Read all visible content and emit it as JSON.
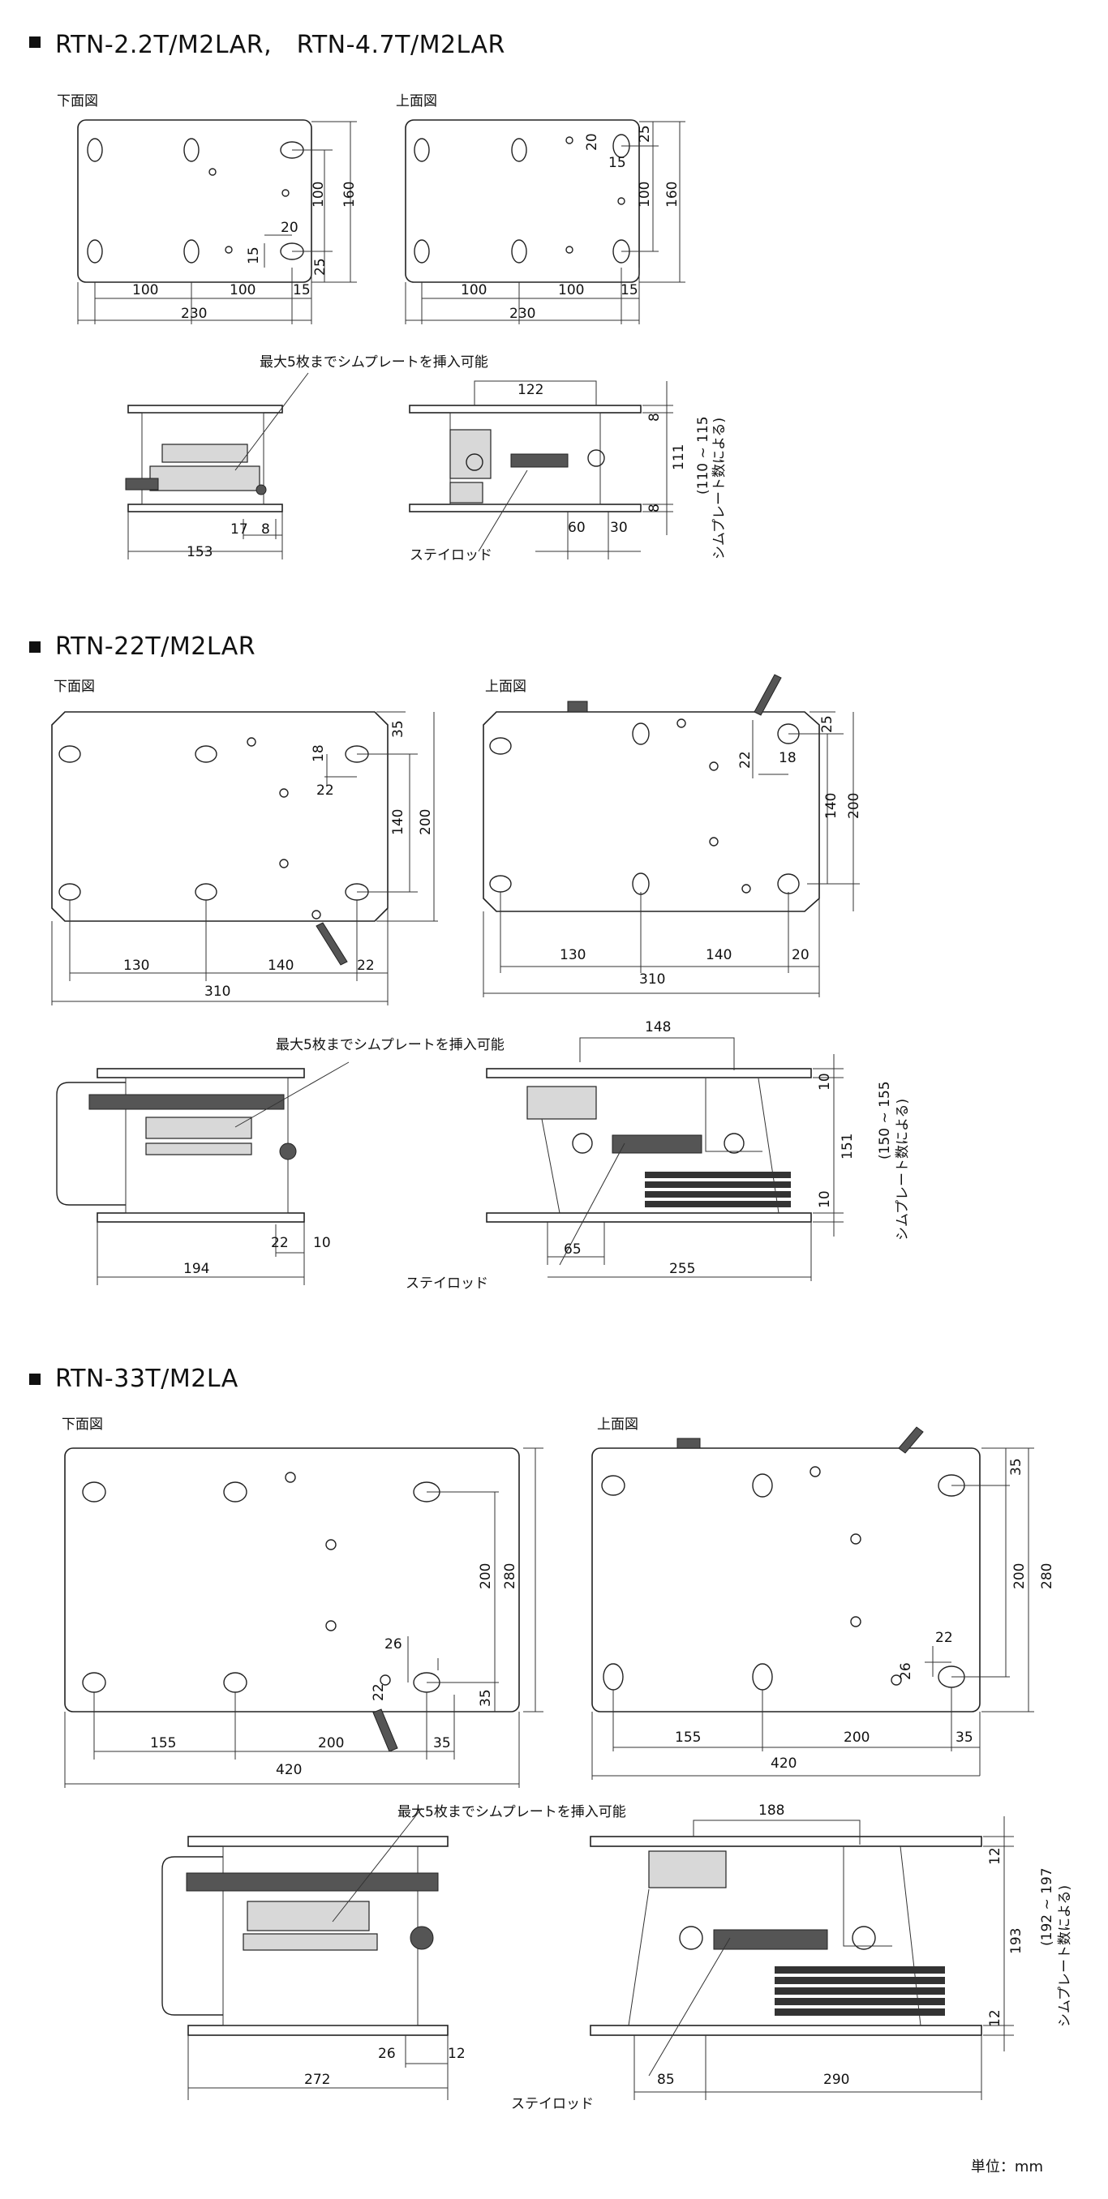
{
  "sections": [
    {
      "title": "RTN-2.2T/M2LAR,　RTN-4.7T/M2LAR",
      "bottom_view": "下面図",
      "top_view": "上面図",
      "bottom_dims": [
        "100",
        "100",
        "15",
        "230",
        "100",
        "160",
        "20",
        "15",
        "25"
      ],
      "top_dims": [
        "100",
        "100",
        "15",
        "230",
        "20",
        "15",
        "100",
        "160",
        "25"
      ],
      "shim_note": "最大5枚までシムプレートを挿入可能",
      "stay_rod": "ステイロッド",
      "side_dims": [
        "122",
        "8",
        "111",
        "8",
        "(110 ~ 115",
        "シムプレート数による)",
        "60",
        "30",
        "17",
        "8",
        "153"
      ]
    },
    {
      "title": "RTN-22T/M2LAR",
      "bottom_view": "下面図",
      "top_view": "上面図",
      "bottom_dims": [
        "35",
        "18",
        "22",
        "140",
        "200",
        "130",
        "140",
        "22",
        "310"
      ],
      "top_dims": [
        "25",
        "22",
        "18",
        "140",
        "200",
        "130",
        "140",
        "20",
        "310"
      ],
      "shim_note": "最大5枚までシムプレートを挿入可能",
      "stay_rod": "ステイロッド",
      "side_dims": [
        "148",
        "10",
        "151",
        "10",
        "(150 ~ 155",
        "シムプレート数による)",
        "65",
        "255",
        "22",
        "10",
        "194"
      ]
    },
    {
      "title": "RTN-33T/M2LA",
      "bottom_view": "下面図",
      "top_view": "上面図",
      "bottom_dims": [
        "200",
        "280",
        "26",
        "22",
        "35",
        "155",
        "200",
        "35",
        "420"
      ],
      "top_dims": [
        "35",
        "200",
        "280",
        "22",
        "26",
        "155",
        "200",
        "35",
        "420"
      ],
      "shim_note": "最大5枚までシムプレートを挿入可能",
      "stay_rod": "ステイロッド",
      "side_dims": [
        "188",
        "12",
        "193",
        "12",
        "(192 ~ 197",
        "シムプレート数による)",
        "85",
        "290",
        "272",
        "26",
        "12"
      ]
    }
  ],
  "unit": "単位：mm"
}
